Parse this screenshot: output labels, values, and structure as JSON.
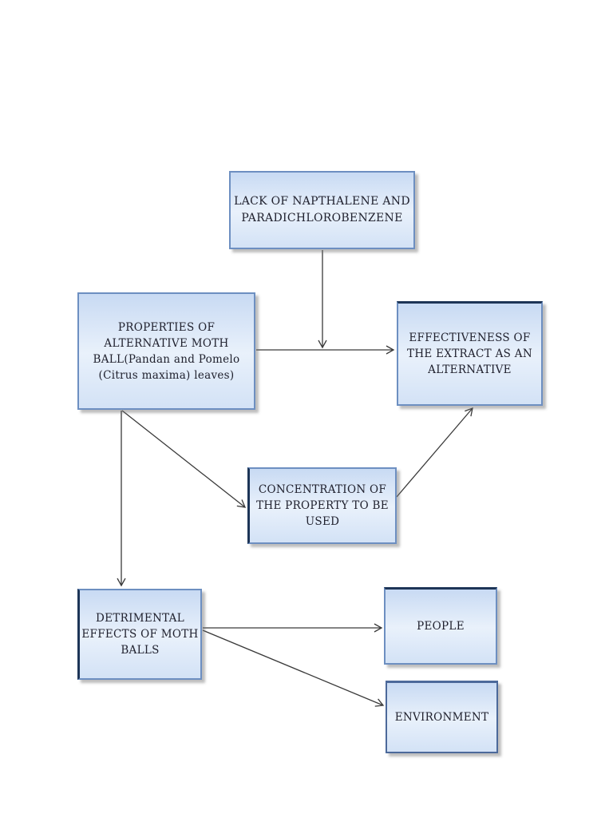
{
  "diagram": {
    "nodes": [
      {
        "id": "lack",
        "lines": [
          "LACK OF NAPTHALENE AND",
          "PARADICHLOROBENZENE"
        ]
      },
      {
        "id": "properties",
        "lines": [
          "PROPERTIES OF",
          "ALTERNATIVE MOTH",
          "BALL(Pandan and Pomelo",
          "(Citrus maxima) leaves)"
        ]
      },
      {
        "id": "effectiveness",
        "lines": [
          "EFFECTIVENESS OF",
          "THE EXTRACT AS AN",
          "ALTERNATIVE"
        ]
      },
      {
        "id": "concentration",
        "lines": [
          "CONCENTRATION OF",
          "THE PROPERTY TO BE",
          "USED"
        ]
      },
      {
        "id": "detrimental",
        "lines": [
          "DETRIMENTAL",
          "EFFECTS OF MOTH",
          "BALLS"
        ]
      },
      {
        "id": "people",
        "lines": [
          "PEOPLE"
        ]
      },
      {
        "id": "environment",
        "lines": [
          "ENVIRONMENT"
        ]
      }
    ],
    "edges": [
      {
        "from": "lack",
        "to": "properties-effectiveness-flow"
      },
      {
        "from": "properties",
        "to": "effectiveness"
      },
      {
        "from": "properties",
        "to": "concentration"
      },
      {
        "from": "concentration",
        "to": "effectiveness"
      },
      {
        "from": "properties",
        "to": "detrimental"
      },
      {
        "from": "detrimental",
        "to": "people"
      },
      {
        "from": "detrimental",
        "to": "environment"
      }
    ],
    "colors": {
      "box_fill_top": "#c8daf3",
      "box_fill_mid": "#e9f1fb",
      "box_fill_bottom": "#d3e2f6",
      "box_border": "#6d8fc1",
      "box_accent": "#1d3557",
      "arrow": "#3a3a3a",
      "text": "#20212e",
      "page_background": "#ffffff"
    }
  }
}
